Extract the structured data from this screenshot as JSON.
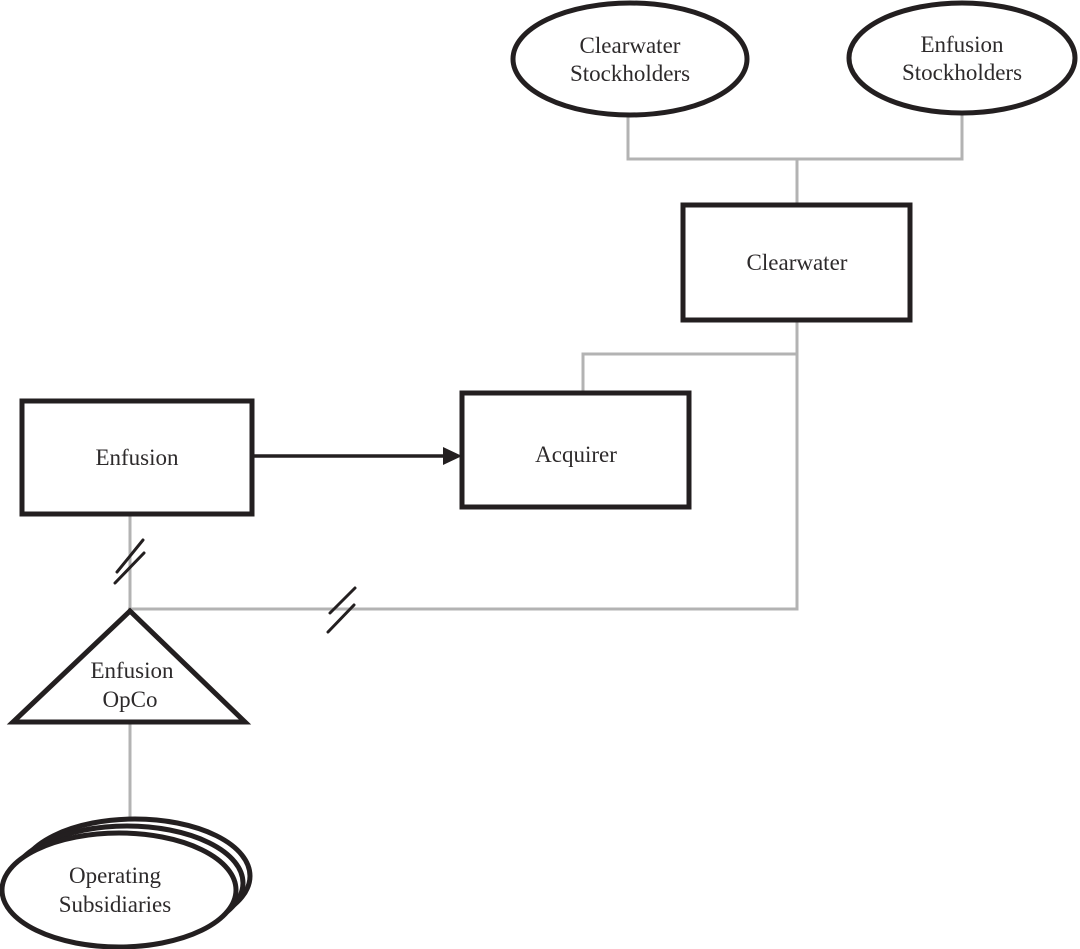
{
  "diagram": {
    "description": "Merger / corporate structure diagram",
    "palette": {
      "shape_stroke": "#231f20",
      "connector_gray": "#b3b3b3",
      "text_color": "#2d2a2b",
      "background": "#ffffff"
    },
    "nodes": {
      "clearwater_stockholders": {
        "shape": "ellipse",
        "line1": "Clearwater",
        "line2": "Stockholders"
      },
      "enfusion_stockholders": {
        "shape": "ellipse",
        "line1": "Enfusion",
        "line2": "Stockholders"
      },
      "clearwater": {
        "shape": "rectangle",
        "label": "Clearwater"
      },
      "enfusion": {
        "shape": "rectangle",
        "label": "Enfusion"
      },
      "acquirer": {
        "shape": "rectangle",
        "label": "Acquirer"
      },
      "enfusion_opco": {
        "shape": "triangle",
        "line1": "Enfusion",
        "line2": "OpCo"
      },
      "operating_subsidiaries": {
        "shape": "stacked-ellipses",
        "line1": "Operating",
        "line2": "Subsidiaries"
      }
    },
    "edges": [
      {
        "from": "clearwater_stockholders",
        "to": "clearwater",
        "style": "gray-line"
      },
      {
        "from": "enfusion_stockholders",
        "to": "clearwater",
        "style": "gray-line"
      },
      {
        "from": "clearwater",
        "to": "acquirer",
        "style": "gray-line"
      },
      {
        "from": "enfusion",
        "to": "acquirer",
        "style": "black-arrow"
      },
      {
        "from": "enfusion",
        "to": "enfusion_opco",
        "style": "gray-line-severed"
      },
      {
        "from": "clearwater",
        "to": "enfusion_opco",
        "style": "gray-line-severed"
      },
      {
        "from": "enfusion_opco",
        "to": "operating_subsidiaries",
        "style": "gray-line"
      }
    ]
  }
}
